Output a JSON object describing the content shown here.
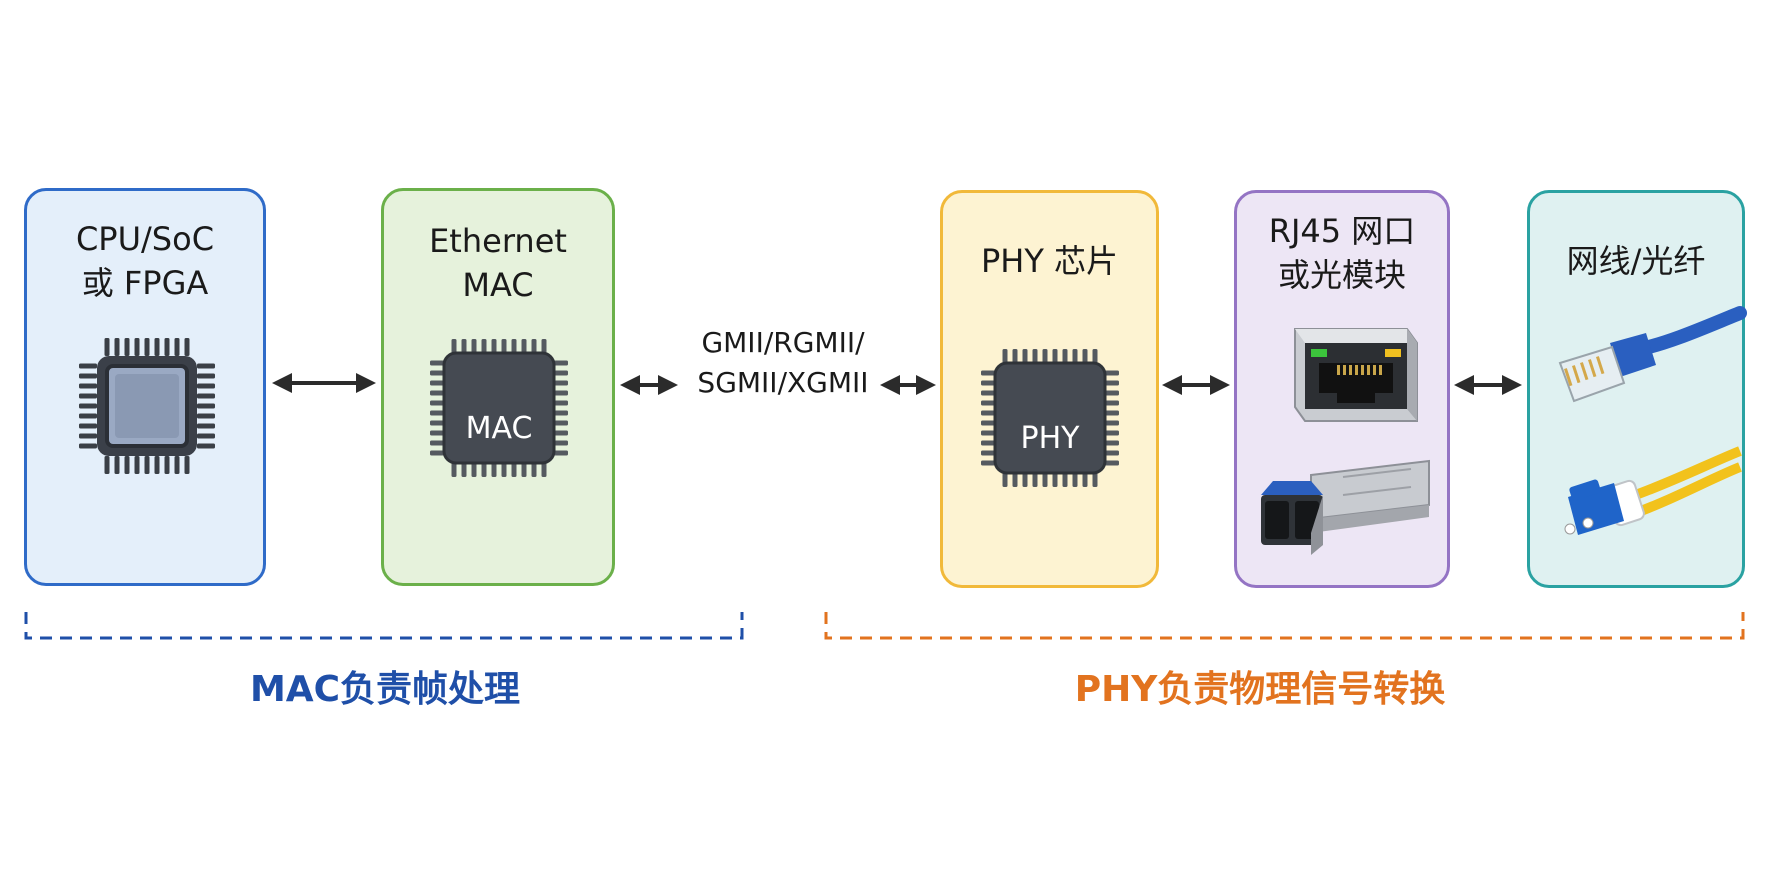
{
  "boxes": {
    "cpu": {
      "title": "CPU/SoC\n或 FPGA"
    },
    "mac": {
      "title": "Ethernet\nMAC",
      "chip_label": "MAC"
    },
    "phy": {
      "title": "PHY 芯片",
      "chip_label": "PHY"
    },
    "rj45": {
      "title": "RJ45 网口\n或光模块"
    },
    "cable": {
      "title": "网线/光纤"
    }
  },
  "interface_label": "GMII/RGMII/\nSGMII/XGMII",
  "groups": {
    "mac": {
      "label": "MAC负责帧处理",
      "color": "#1f4fa8"
    },
    "phy": {
      "label": "PHY负责物理信号转换",
      "color": "#e2731f"
    }
  },
  "icons": [
    "cpu-chip-icon",
    "mac-chip-icon",
    "phy-chip-icon",
    "rj45-port-icon",
    "sfp-module-icon",
    "ethernet-cable-icon",
    "fiber-connector-icon"
  ]
}
